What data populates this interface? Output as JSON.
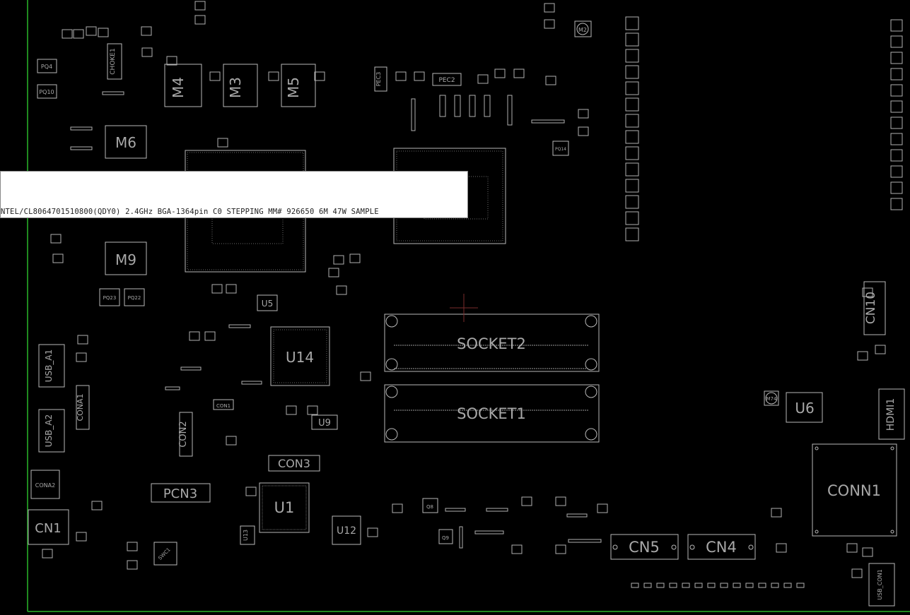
{
  "viewer": {
    "board_edge_color": "#1f8a1f",
    "outline_color": "#b9b9b9",
    "label_color": "#a8a8a8",
    "background": "#000000"
  },
  "components": {
    "M4": "M4",
    "M3": "M3",
    "M5": "M5",
    "M6": "M6",
    "M9": "M9",
    "U14": "U14",
    "U5": "U5",
    "U9": "U9",
    "U1": "U1",
    "U12": "U12",
    "U13": "U13",
    "U6": "U6",
    "SOCKET1": "SOCKET1",
    "SOCKET2": "SOCKET2",
    "CON1": "CON1",
    "CON2": "CON2",
    "CON3": "CON3",
    "CN1": "CN1",
    "CN4": "CN4",
    "CN5": "CN5",
    "CN10": "CN10",
    "CONN1": "CONN1",
    "HDMI1": "HDMI1",
    "PCN3": "PCN3",
    "USB_A1": "USB_A1",
    "USB_A2": "USB_A2",
    "CONA1": "CONA1",
    "CONA2": "CONA2",
    "CHOKE1": "CHOKE1",
    "PEC3": "PEC3",
    "PEC2": "PEC2",
    "PQ4": "PQ4",
    "PQ10": "PQ10",
    "PQ23": "PQ23",
    "PQ22": "PQ22",
    "PQ14": "PQ14",
    "Q8": "Q8",
    "Q9": "Q9",
    "M74": "M74",
    "M2": "M2",
    "SWC1": "SWC1",
    "USB_CON1": "USB_CON1"
  },
  "tooltip": {
    "text": "NTEL/CL8064701510800(QDY0) 2.4GHz BGA-1364pin C0 STEPPING MM# 926650 6M 47W SAMPLE"
  }
}
